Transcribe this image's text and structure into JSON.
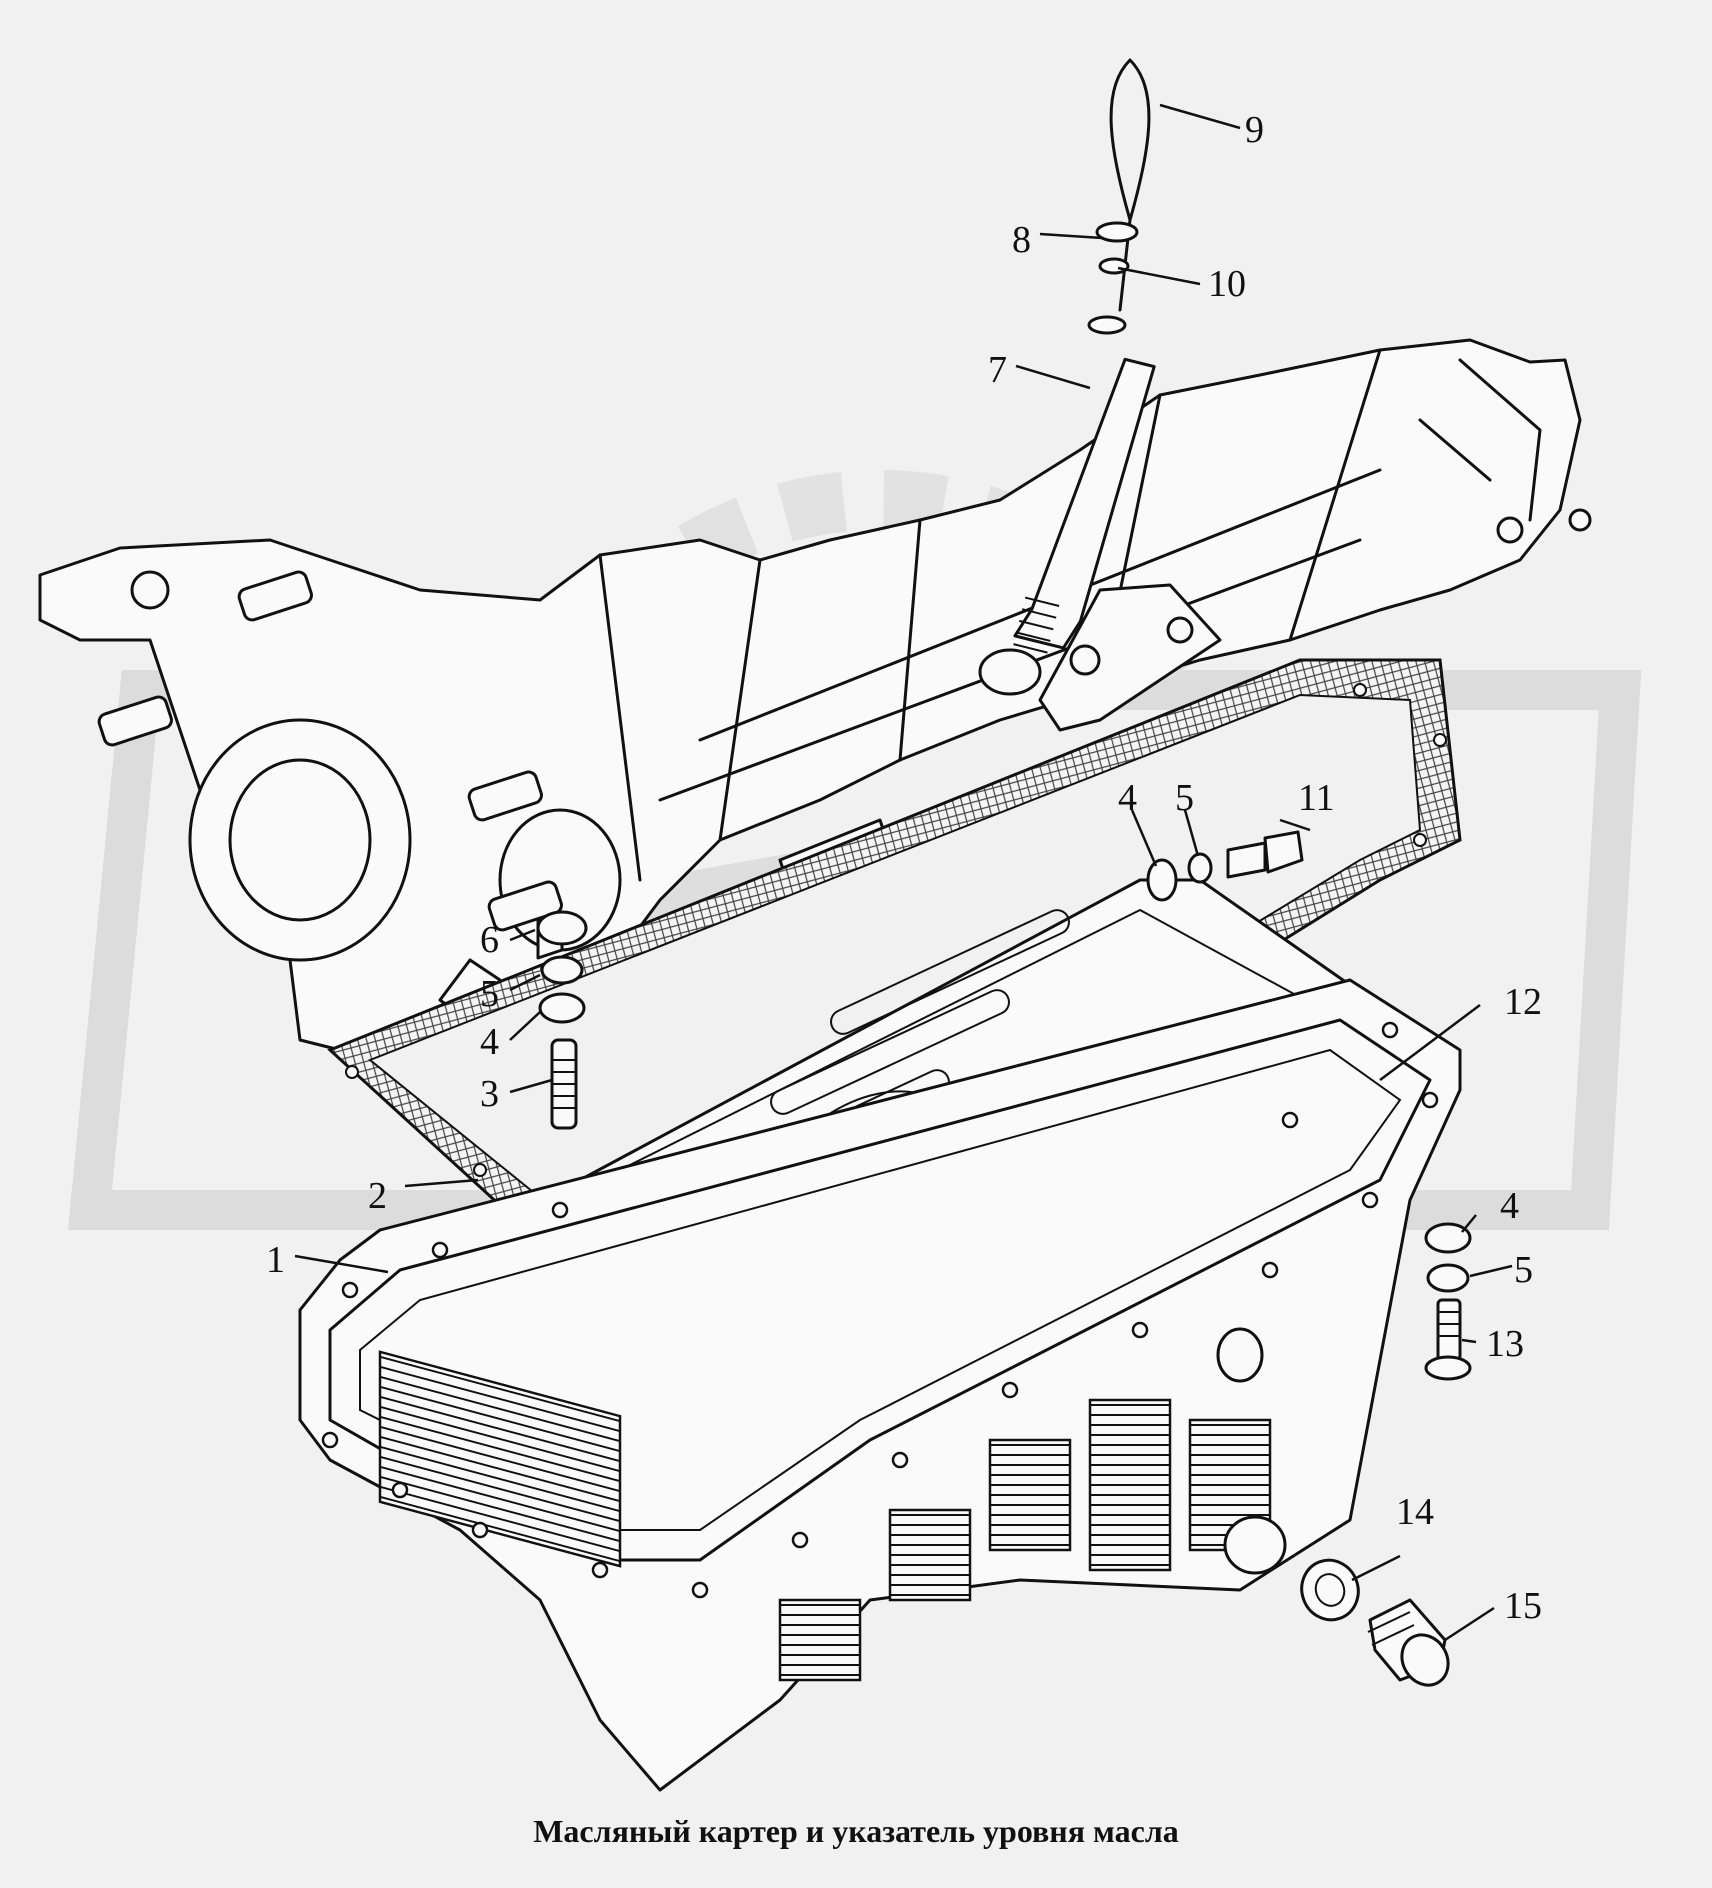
{
  "caption": "Масляный картер и указатель  уровня масла",
  "labels": {
    "l1": "1",
    "l2": "2",
    "l3": "3",
    "l4a": "4",
    "l4b": "4",
    "l4c": "4",
    "l5a": "5",
    "l5b": "5",
    "l5c": "5",
    "l6": "6",
    "l7": "7",
    "l8": "8",
    "l9": "9",
    "l10": "10",
    "l11": "11",
    "l12": "12",
    "l13": "13",
    "l14": "14",
    "l15": "15"
  },
  "colors": {
    "background": "#f1f1f1",
    "ink": "#111111",
    "watermark": "#c9c9c9"
  }
}
